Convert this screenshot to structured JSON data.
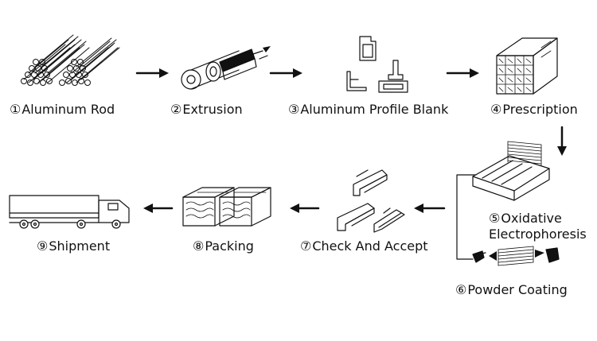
{
  "steps": [
    {
      "num": "①",
      "label": "Aluminum Rod",
      "icon": "aluminum-rods-icon"
    },
    {
      "num": "②",
      "label": "Extrusion",
      "icon": "extrusion-machine-icon"
    },
    {
      "num": "③",
      "label": "Aluminum Profile Blank",
      "icon": "profile-blank-icon"
    },
    {
      "num": "④",
      "label": "Prescription",
      "icon": "aging-furnace-icon"
    },
    {
      "num": "⑤",
      "label_line1": "Oxidative",
      "label_line2": "Electrophoresis",
      "icon": "oxidation-tank-icon"
    },
    {
      "num": "⑥",
      "label": "Powder Coating",
      "icon": "powder-coating-icon"
    },
    {
      "num": "⑦",
      "label": "Check And Accept",
      "icon": "profiles-inspection-icon"
    },
    {
      "num": "⑧",
      "label": "Packing",
      "icon": "packed-bundles-icon"
    },
    {
      "num": "⑨",
      "label": "Shipment",
      "icon": "truck-icon"
    }
  ],
  "flow_arrows": [
    "arrow-right",
    "arrow-right",
    "arrow-right",
    "arrow-down",
    "arrow-left",
    "arrow-left",
    "arrow-left"
  ],
  "colors": {
    "line": "#111111",
    "background": "#ffffff"
  }
}
